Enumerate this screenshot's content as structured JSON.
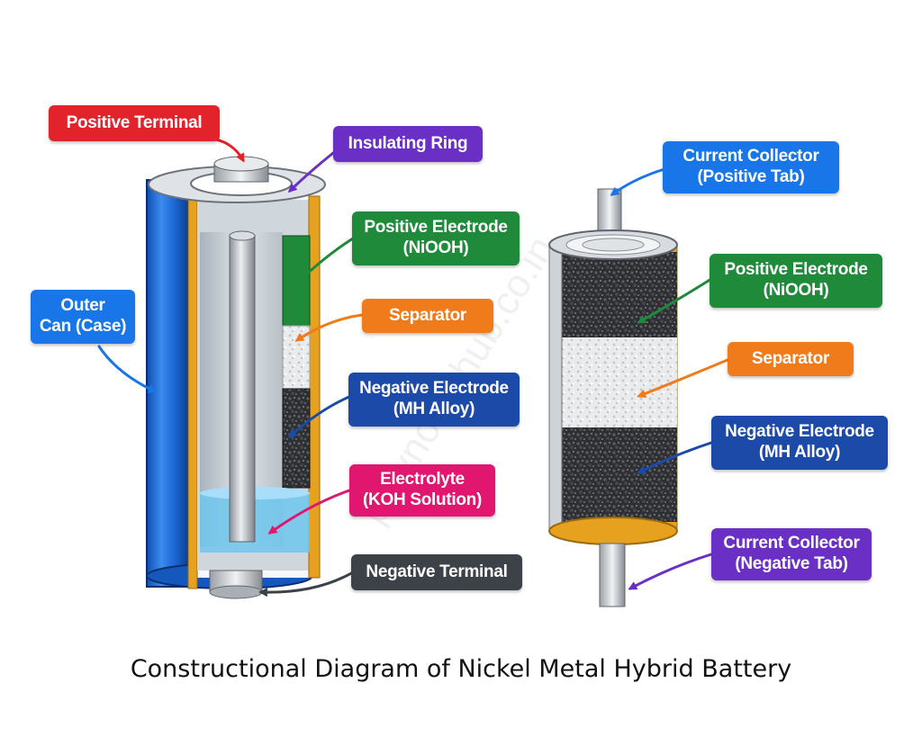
{
  "colors": {
    "red": "#e3232b",
    "purple": "#6a2fc4",
    "green": "#1f8a3a",
    "orange": "#f07b1a",
    "navy": "#1c4aa8",
    "blue": "#1876e8",
    "magenta": "#e0166f",
    "dark": "#3d4148",
    "can_blue": "#1f6fd8",
    "gold": "#e6a11f",
    "electrolyte": "#6fc7ef"
  },
  "watermark": "polynoteshub.co.in",
  "left_cell": {
    "labels": {
      "positive_terminal": "Positive Terminal",
      "insulating_ring": "Insulating Ring",
      "positive_electrode": [
        "Positive Electrode",
        "(NiOOH)"
      ],
      "separator": "Separator",
      "negative_electrode": [
        "Negative Electrode",
        "(MH Alloy)"
      ],
      "electrolyte": [
        "Electrolyte",
        "(KOH Solution)"
      ],
      "negative_terminal": "Negative Terminal",
      "outer_can": [
        "Outer",
        "Can (Case)"
      ]
    }
  },
  "right_cell": {
    "labels": {
      "current_collector_positive": [
        "Current Collector",
        "(Positive Tab)"
      ],
      "positive_electrode": [
        "Positive Electrode",
        "(NiOOH)"
      ],
      "separator": "Separator",
      "negative_electrode": [
        "Negative Electrode",
        "(MH Alloy)"
      ],
      "current_collector_negative": [
        "Current Collector",
        "(Negative Tab)"
      ]
    }
  },
  "caption": "Constructional Diagram of Nickel Metal Hybrid Battery"
}
